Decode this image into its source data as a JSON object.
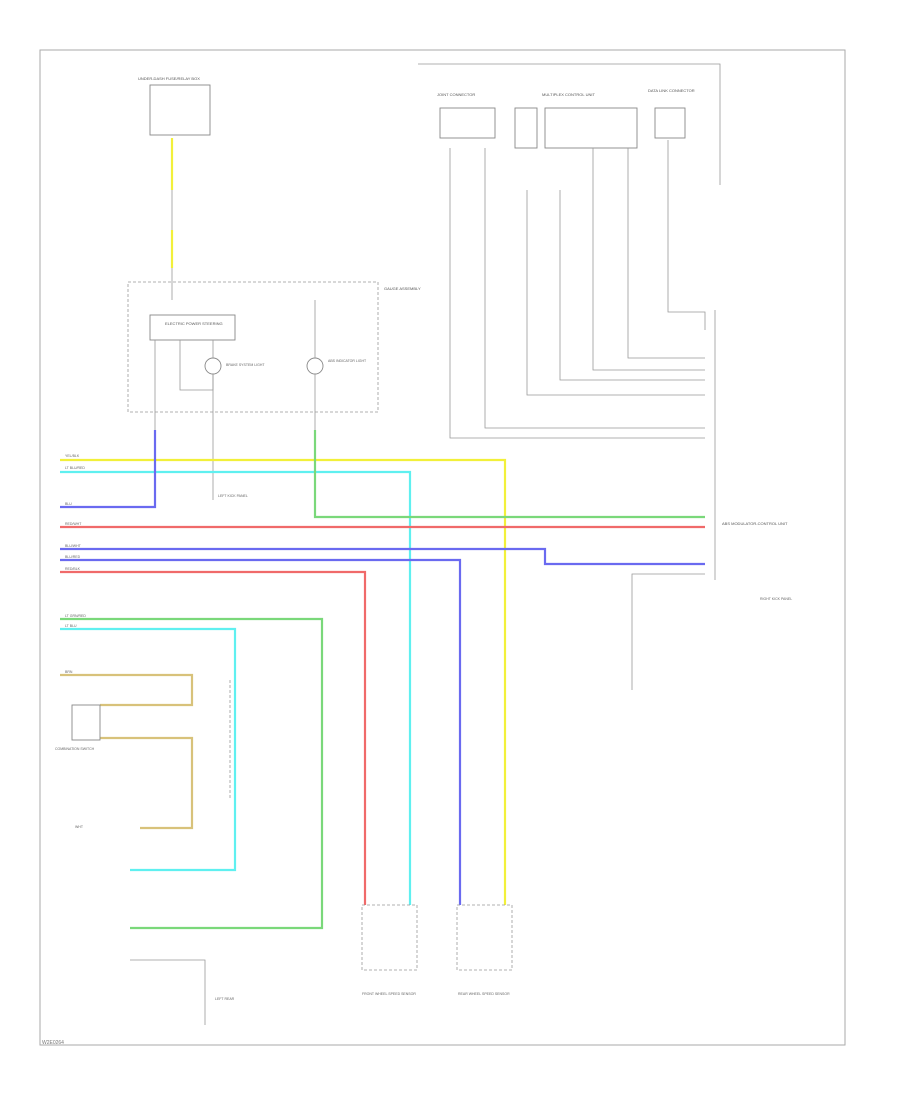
{
  "diagram_code": "W2E0264",
  "components": {
    "fuse_box_top": "UNDER-DASH FUSE/RELAY BOX",
    "gauge_box": "GAUGE ASSEMBLY",
    "gauge_lamp_1": "BRAKE SYSTEM LIGHT",
    "gauge_lamp_2": "ABS INDICATOR LIGHT",
    "eps": "ELECTRIC POWER STEERING",
    "connector_top_left": "JOINT CONNECTOR",
    "connector_top_mid": "MULTIPLEX CONTROL UNIT",
    "connector_top_right": "DATA LINK CONNECTOR",
    "right_module": "ABS MODULATOR-CONTROL UNIT",
    "right_ground": "RIGHT KICK PANEL",
    "combination_switch": "COMBINATION SWITCH",
    "left_ground": "LEFT KICK PANEL",
    "ground_bottom": "LEFT REAR",
    "sensor_left": "FRONT WHEEL SPEED SENSOR",
    "sensor_right": "REAR WHEEL SPEED SENSOR",
    "relay_left": "FRONT WHEEL SPEED SENSOR",
    "relay_right": "REAR WHEEL SPEED SENSOR"
  },
  "wire_labels": {
    "yel_blk": "YEL/BLK",
    "lt_blu_red": "LT BLU/RED",
    "blu": "BLU",
    "red_wht": "RED/WHT",
    "blu_wht": "BLU/WHT",
    "blu_red": "BLU/RED",
    "red_blk": "RED/BLK",
    "lt_grn_red": "LT GRN/RED",
    "lt_blu": "LT BLU",
    "brn": "BRN",
    "wht": "WHT"
  },
  "colors": {
    "yellow": "#f2f03a",
    "cyan": "#5ff0f0",
    "blue": "#6a6af0",
    "red": "#f06a6a",
    "green": "#7ad87a",
    "tan": "#d8c27a",
    "gray": "#999999"
  }
}
